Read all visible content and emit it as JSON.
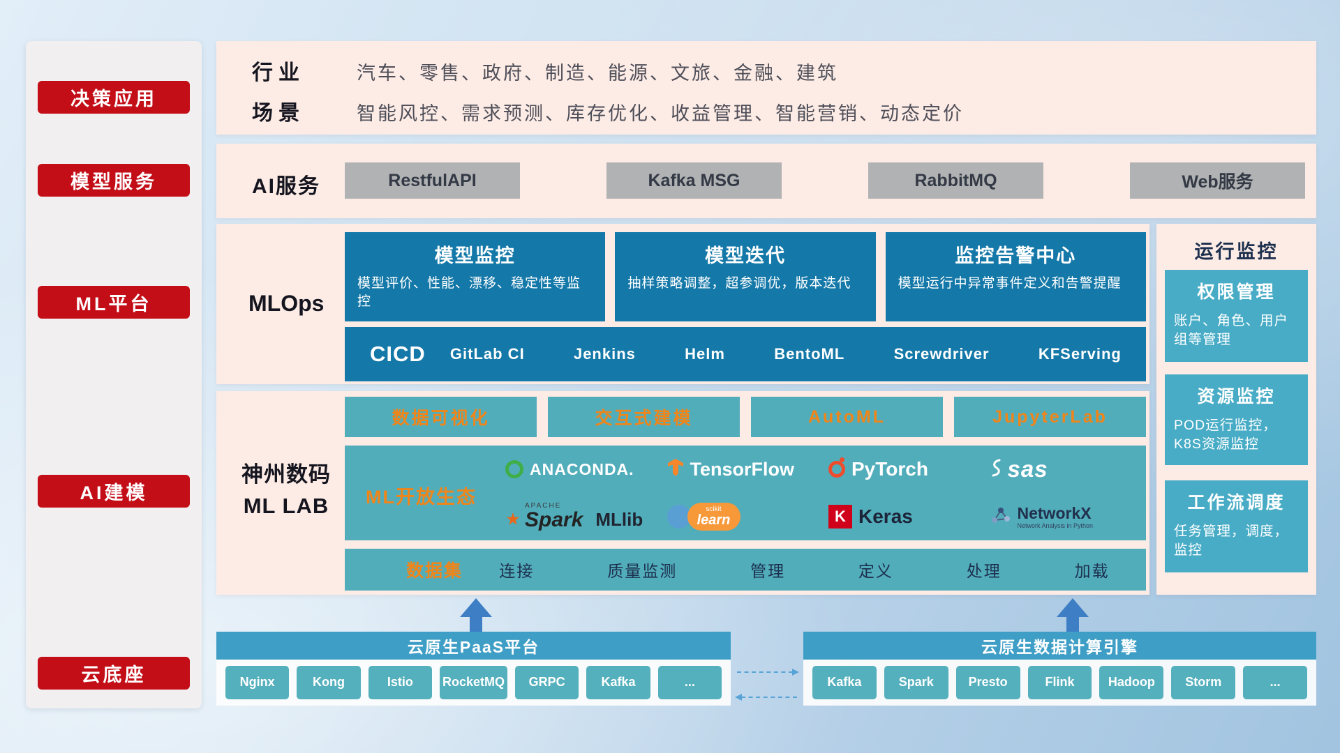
{
  "colors": {
    "accent_red": "#c30d17",
    "panel_pink": "#fdece6",
    "deep_blue": "#1478a8",
    "teal": "#52adbb",
    "orange": "#f08519",
    "bottom_blue": "#3e9ec6"
  },
  "sidebar": {
    "items": [
      {
        "label": "决策应用"
      },
      {
        "label": "模型服务"
      },
      {
        "label": "ML平台"
      },
      {
        "label": "AI建模"
      },
      {
        "label": "云底座"
      }
    ]
  },
  "industry": {
    "row1_label": "行业",
    "row1_value": "汽车、零售、政府、制造、能源、文旅、金融、建筑",
    "row2_label": "场景",
    "row2_value": "智能风控、需求预测、库存优化、收益管理、智能营销、动态定价"
  },
  "ai_service": {
    "label": "AI服务",
    "services": [
      {
        "label": "RestfulAPI"
      },
      {
        "label": "Kafka MSG"
      },
      {
        "label": "RabbitMQ"
      },
      {
        "label": "Web服务"
      }
    ]
  },
  "mlops": {
    "label": "MLOps",
    "cards": [
      {
        "title": "模型监控",
        "desc": "模型评价、性能、漂移、稳定性等监控"
      },
      {
        "title": "模型迭代",
        "desc": "抽样策略调整，超参调优，版本迭代"
      },
      {
        "title": "监控告警中心",
        "desc": "模型运行中异常事件定义和告警提醒"
      }
    ],
    "cicd_label": "CICD",
    "cicd_items": [
      {
        "label": "GitLab CI"
      },
      {
        "label": "Jenkins"
      },
      {
        "label": "Helm"
      },
      {
        "label": "BentoML"
      },
      {
        "label": "Screwdriver"
      },
      {
        "label": "KFServing"
      }
    ]
  },
  "mllab": {
    "label_line1": "神州数码",
    "label_line2": "ML LAB",
    "tools": [
      {
        "label": "数据可视化"
      },
      {
        "label": "交互式建模"
      },
      {
        "label": "AutoML"
      },
      {
        "label": "JupyterLab"
      }
    ],
    "ecosystem_label": "ML开放生态",
    "logos": [
      {
        "name": "anaconda",
        "text": "ANACONDA."
      },
      {
        "name": "tensorflow",
        "text": "TensorFlow"
      },
      {
        "name": "pytorch",
        "text": "PyTorch"
      },
      {
        "name": "sas",
        "text": "sas"
      },
      {
        "name": "apache-spark-mllib",
        "apache": "APACHE",
        "text": "Spark",
        "mllib": "MLlib"
      },
      {
        "name": "scikit-learn",
        "sub": "scikit",
        "text": "learn"
      },
      {
        "name": "keras",
        "k": "K",
        "text": "Keras"
      },
      {
        "name": "networkx",
        "text": "NetworkX",
        "sub": "Network Analysis in Python"
      }
    ],
    "dataset_label": "数据集",
    "dataset_items": [
      {
        "label": "连接"
      },
      {
        "label": "质量监测"
      },
      {
        "label": "管理"
      },
      {
        "label": "定义"
      },
      {
        "label": "处理"
      },
      {
        "label": "加载"
      }
    ]
  },
  "monitor": {
    "title": "运行监控",
    "cards": [
      {
        "title": "权限管理",
        "desc": "账户、角色、用户组等管理"
      },
      {
        "title": "资源监控",
        "desc": "POD运行监控，K8S资源监控"
      },
      {
        "title": "工作流调度",
        "desc": "任务管理，调度，监控"
      }
    ]
  },
  "bottom": {
    "paas": {
      "title": "云原生PaaS平台",
      "items": [
        {
          "label": "Nginx"
        },
        {
          "label": "Kong"
        },
        {
          "label": "Istio"
        },
        {
          "label": "RocketMQ"
        },
        {
          "label": "GRPC"
        },
        {
          "label": "Kafka"
        },
        {
          "label": "..."
        }
      ]
    },
    "engine": {
      "title": "云原生数据计算引擎",
      "items": [
        {
          "label": "Kafka"
        },
        {
          "label": "Spark"
        },
        {
          "label": "Presto"
        },
        {
          "label": "Flink"
        },
        {
          "label": "Hadoop"
        },
        {
          "label": "Storm"
        },
        {
          "label": "..."
        }
      ]
    }
  }
}
